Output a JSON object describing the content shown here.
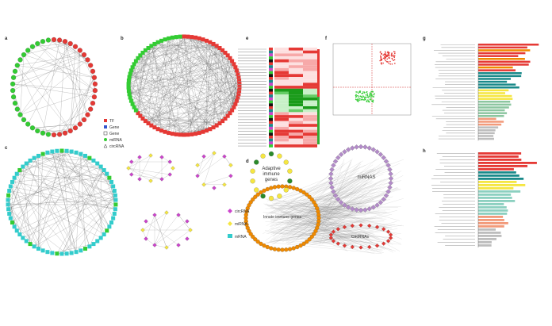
{
  "panels": {
    "a": "a",
    "b": "b",
    "c": "c",
    "d": "d",
    "e": "e",
    "f": "f",
    "g": "g",
    "h": "h"
  },
  "legend_a": [
    "TF",
    "Gene",
    "Gene",
    "miRNA",
    "circRNA"
  ],
  "legend_c": [
    "circRNA",
    "miRNA",
    "mRNA"
  ],
  "panel_d_labels": {
    "adaptive": [
      "Adaptive",
      "immune",
      "genes"
    ],
    "mirnas": "miRNAS",
    "innate": "Innate immune genes",
    "circrnas": "CircRNAs"
  },
  "colors": {
    "red": "#e53935",
    "green": "#33cc33",
    "cyan": "#33cccc",
    "magenta": "#cc44cc",
    "yellow": "#f5e642",
    "orange": "#f08a00",
    "purple": "#b38bc9",
    "teal": "#1a8a8a",
    "salmon": "#f29a7a",
    "gray": "#bdbdbd"
  }
}
